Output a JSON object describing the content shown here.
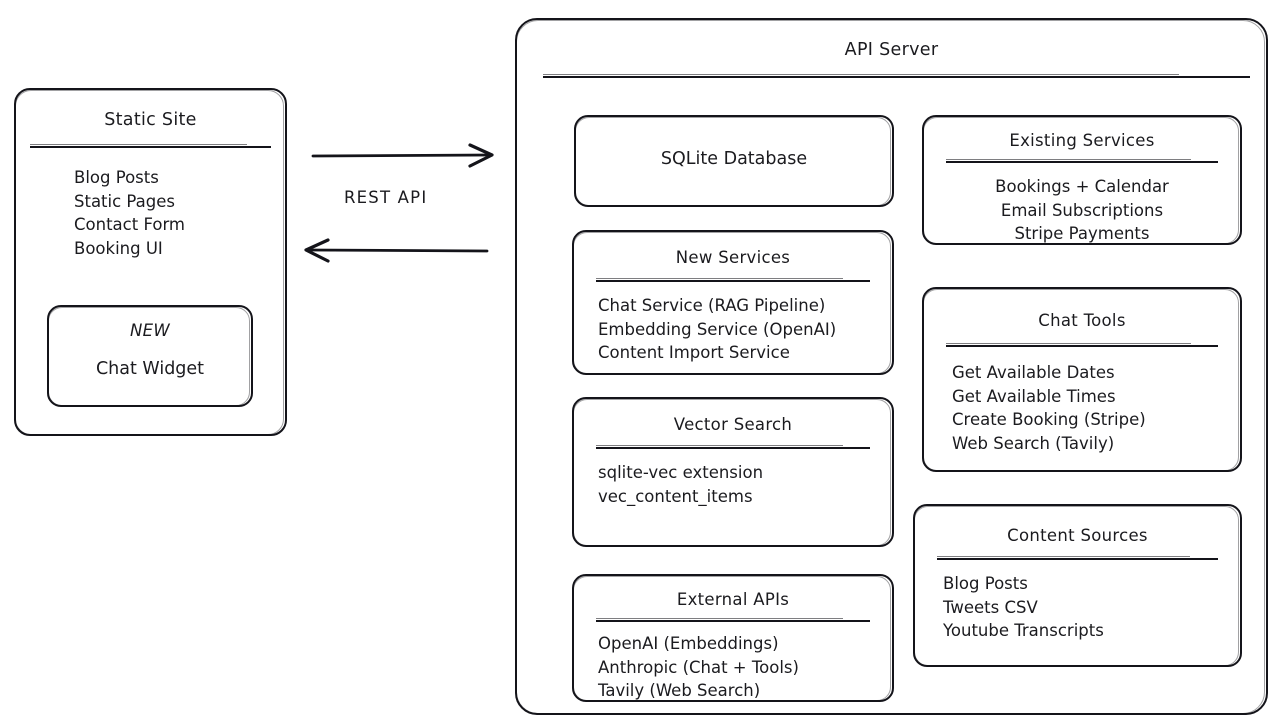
{
  "diagram": {
    "type": "architecture",
    "style": "hand-drawn",
    "stroke_color": "#14141a",
    "background_color": "#ffffff"
  },
  "static_site": {
    "title": "Static Site",
    "items": [
      "Blog Posts",
      "Static Pages",
      "Contact Form",
      "Booking UI"
    ],
    "widget": {
      "badge": "NEW",
      "label": "Chat Widget"
    }
  },
  "connection": {
    "label": "REST API",
    "arrow_forward": "arrow-right-icon",
    "arrow_back": "arrow-left-icon"
  },
  "api_server": {
    "title": "API Server",
    "left_column": [
      {
        "name": "sqlite-database",
        "title": "SQLite Database",
        "has_rule": false,
        "items": []
      },
      {
        "name": "new-services",
        "title": "New Services",
        "has_rule": true,
        "items": [
          "Chat Service (RAG Pipeline)",
          "Embedding Service (OpenAI)",
          "Content Import Service"
        ]
      },
      {
        "name": "vector-search",
        "title": "Vector Search",
        "has_rule": true,
        "items": [
          "sqlite-vec extension",
          "vec_content_items"
        ]
      },
      {
        "name": "external-apis",
        "title": "External APIs",
        "has_rule": true,
        "items": [
          "OpenAI (Embeddings)",
          "Anthropic (Chat + Tools)",
          "Tavily (Web Search)"
        ]
      }
    ],
    "right_column": [
      {
        "name": "existing-services",
        "title": "Existing Services",
        "has_rule": true,
        "items": [
          "Bookings + Calendar",
          "Email Subscriptions",
          "Stripe Payments"
        ]
      },
      {
        "name": "chat-tools",
        "title": "Chat Tools",
        "has_rule": true,
        "items": [
          "Get Available Dates",
          "Get Available Times",
          "Create Booking (Stripe)",
          "Web Search (Tavily)"
        ]
      },
      {
        "name": "content-sources",
        "title": "Content Sources",
        "has_rule": true,
        "items": [
          "Blog Posts",
          "Tweets CSV",
          "Youtube Transcripts"
        ]
      }
    ]
  }
}
